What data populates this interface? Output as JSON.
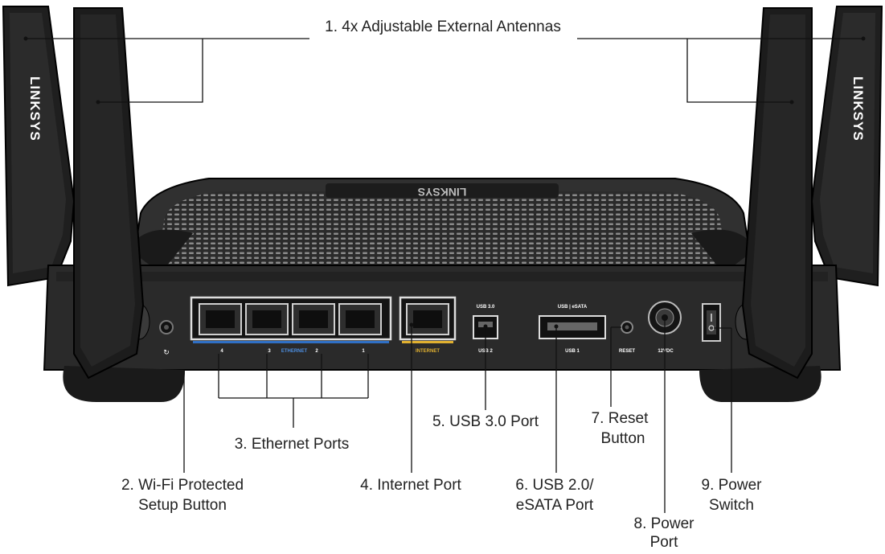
{
  "figure": {
    "brand_text": "LINKSYS",
    "callouts": {
      "antennas": "1. 4x Adjustable External Antennas",
      "wps_line1": "2. Wi-Fi Protected",
      "wps_line2": "Setup Button",
      "ethernet": "3. Ethernet Ports",
      "internet": "4. Internet Port",
      "usb3": "5. USB 3.0 Port",
      "usb2_line1": "6. USB 2.0/",
      "usb2_line2": "eSATA Port",
      "reset_line1": "7. Reset",
      "reset_line2": "Button",
      "power_port_line1": "8. Power",
      "power_port_line2": "Port",
      "power_switch_line1": "9. Power",
      "power_switch_line2": "Switch"
    },
    "port_labels": {
      "eth4": "4",
      "eth3": "3",
      "ethernet": "ETHERNET",
      "eth2": "2",
      "eth1": "1",
      "internet": "INTERNET",
      "usb3_top": "USB 3.0",
      "usb3_bottom": "USB 2",
      "esata_top": "USB | eSATA",
      "esata_bottom": "USB 1",
      "reset": "RESET",
      "power": "12VDC"
    },
    "colors": {
      "device_body": "#2a2a2a",
      "device_dark": "#141414",
      "ethernet_accent": "#2f6fc4",
      "internet_accent": "#e0b030"
    }
  }
}
